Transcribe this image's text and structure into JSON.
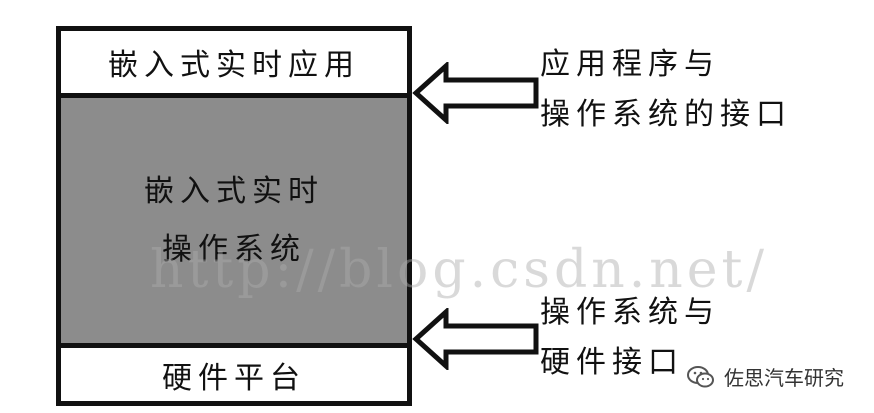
{
  "stack": {
    "application_layer": "嵌入式实时应用",
    "os_layer": [
      "嵌入式实时",
      "操作系统"
    ],
    "hardware_layer": "硬件平台"
  },
  "interfaces": {
    "upper": [
      "应用程序与",
      "操作系统的接口"
    ],
    "lower": [
      "操作系统与",
      "硬件接口"
    ]
  },
  "watermark": {
    "url": "http://blog.csdn.net/",
    "brand": "佐思汽车研究"
  }
}
